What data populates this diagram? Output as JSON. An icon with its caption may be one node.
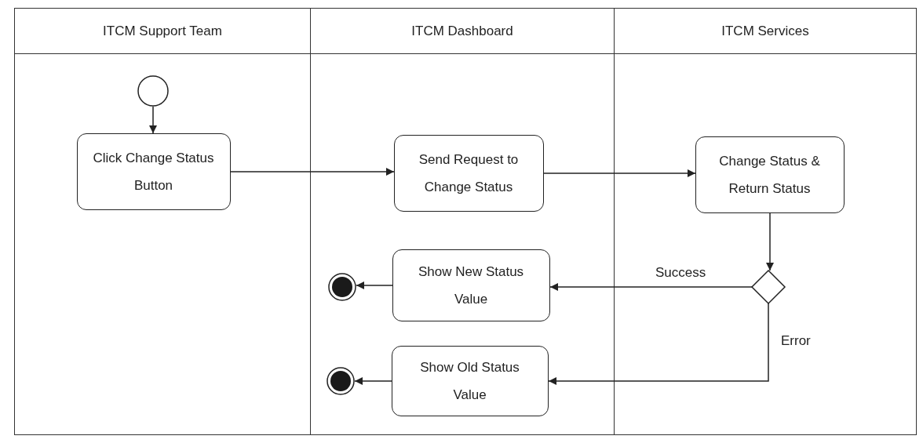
{
  "diagram": {
    "nodes": [
      {
        "text": [
          "ITCM Support Team"
        ]
      },
      {
        "text": [
          "ITCM Dashboard"
        ]
      },
      {
        "text": [
          "ITCM Services"
        ]
      },
      {
        "text": [],
        "shape": "circle",
        "in": 0
      },
      {
        "text": [
          "Click Change Status Button"
        ],
        "in": 0
      },
      {
        "text": [
          "Send Request to Change Status"
        ],
        "in": 1
      },
      {
        "text": [
          "Change Status & Return Status"
        ],
        "in": 2
      },
      {
        "text": [],
        "shape": "diamond",
        "in": 2
      },
      {
        "text": [
          "Show New Status Value"
        ],
        "in": 1
      },
      {
        "text": [
          "Show Old Status Value"
        ],
        "in": 1
      },
      {
        "text": [],
        "shape": "circle",
        "in": 1
      },
      {
        "text": [],
        "shape": "circle",
        "in": 1
      }
    ],
    "edges": [
      {
        "from": 3,
        "to": 4,
        "arrow": "to"
      },
      {
        "from": 4,
        "to": 5,
        "arrow": "to"
      },
      {
        "from": 5,
        "to": 6,
        "arrow": "to"
      },
      {
        "from": 6,
        "to": 7,
        "arrow": "to"
      },
      {
        "from": 7,
        "to": 8,
        "arrow": "to",
        "label": "Success"
      },
      {
        "from": 7,
        "to": 9,
        "arrow": "to",
        "label": "Error"
      },
      {
        "from": 8,
        "to": 10,
        "arrow": "to"
      },
      {
        "from": 9,
        "to": 11,
        "arrow": "to"
      }
    ]
  }
}
